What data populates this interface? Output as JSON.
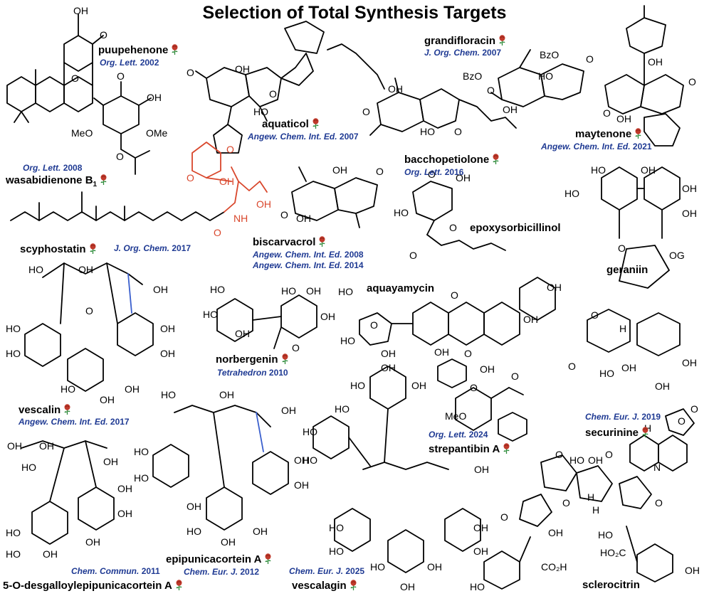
{
  "title": "Selection of Total Synthesis Targets",
  "colors": {
    "text": "#000000",
    "reference": "#1f3a93",
    "highlight": "#d9462b",
    "rose": "#c0392b",
    "rose_leaf": "#2e8b3a",
    "bond_blue": "#3a5fcd"
  },
  "icons": {
    "rose": "rose-icon"
  },
  "targets": [
    {
      "name": "puupehenone",
      "ref": "Org. Lett.",
      "year": "2002"
    },
    {
      "name": "wasabidienone B",
      "sub": "1",
      "ref": "Org. Lett.",
      "year": "2008"
    },
    {
      "name": "aquaticol",
      "ref": "Angew. Chem. Int. Ed.",
      "year": "2007"
    },
    {
      "name": "grandifloracin",
      "ref": "J. Org. Chem.",
      "year": "2007"
    },
    {
      "name": "maytenone",
      "ref": "Angew. Chem. Int. Ed.",
      "year": "2021"
    },
    {
      "name": "bacchopetiolone",
      "ref": "Org. Lett.",
      "year": "2016"
    },
    {
      "name": "scyphostatin",
      "ref": "J. Org. Chem.",
      "year": "2017"
    },
    {
      "name": "biscarvacrol",
      "ref": "Angew. Chem. Int. Ed.",
      "year": "2008",
      "ref2": "Angew. Chem. Int. Ed.",
      "year2": "2014"
    },
    {
      "name": "epoxysorbicillinol"
    },
    {
      "name": "geraniin",
      "ref": "Chem. Eur. J.",
      "year": "2019"
    },
    {
      "name": "aquayamycin"
    },
    {
      "name": "norbergenin",
      "ref": "Tetrahedron",
      "year": "2010"
    },
    {
      "name": "vescalin",
      "ref": "Angew. Chem. Int. Ed.",
      "year": "2017"
    },
    {
      "name": "strepantibin A",
      "ref": "Org. Lett.",
      "year": "2024"
    },
    {
      "name": "securinine"
    },
    {
      "name": "epipunicacortein A",
      "ref": "Chem. Eur. J.",
      "year": "2012"
    },
    {
      "name": "5-O-desgalloylepipunicacortein A",
      "ref": "Chem. Commun.",
      "year": "2011"
    },
    {
      "name": "vescalagin",
      "ref": "Chem. Eur. J.",
      "year": "2025"
    },
    {
      "name": "sclerocitrin"
    }
  ],
  "atoms": {
    "OH": "OH",
    "O": "O",
    "HO": "HO",
    "MeO": "MeO",
    "OMe": "OMe",
    "BzO": "BzO",
    "NH": "NH",
    "OG": "OG",
    "H": "H",
    "N": "N",
    "CO2H": "CO₂H",
    "HO2C": "HO₂C"
  }
}
